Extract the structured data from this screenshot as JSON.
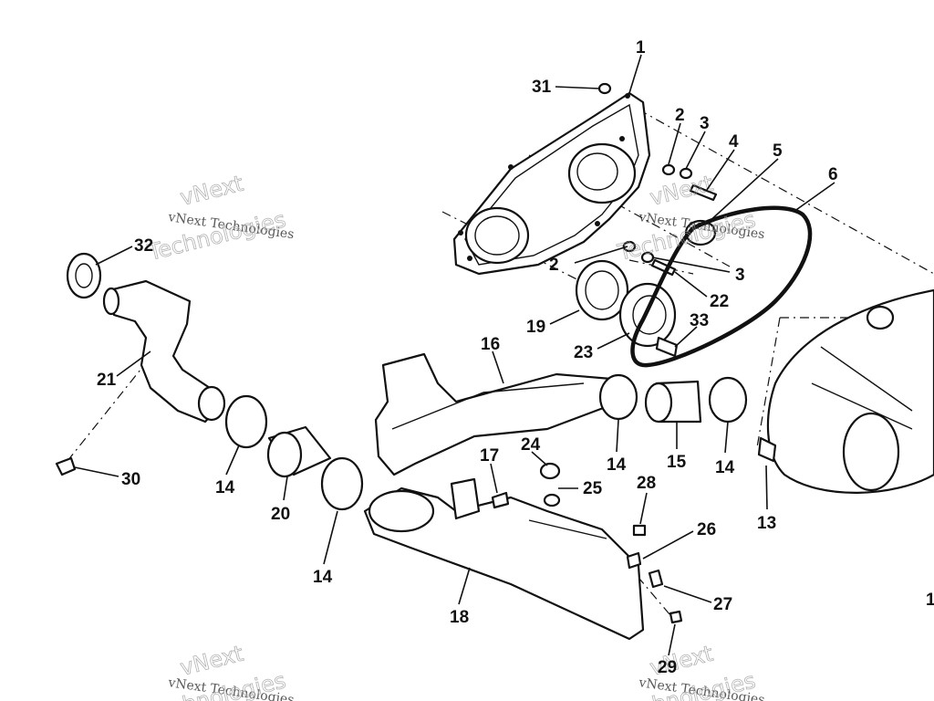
{
  "callouts": [
    "1",
    "2",
    "3",
    "4",
    "5",
    "6",
    "2",
    "3",
    "22",
    "19",
    "23",
    "33",
    "31",
    "32",
    "21",
    "30",
    "14",
    "20",
    "14",
    "16",
    "17",
    "24",
    "25",
    "28",
    "26",
    "27",
    "29",
    "18",
    "14",
    "15",
    "14",
    "13",
    "1"
  ],
  "watermark": {
    "small": "vNext Technologies",
    "big_top": "vNext",
    "big_bottom": "Technologies"
  }
}
